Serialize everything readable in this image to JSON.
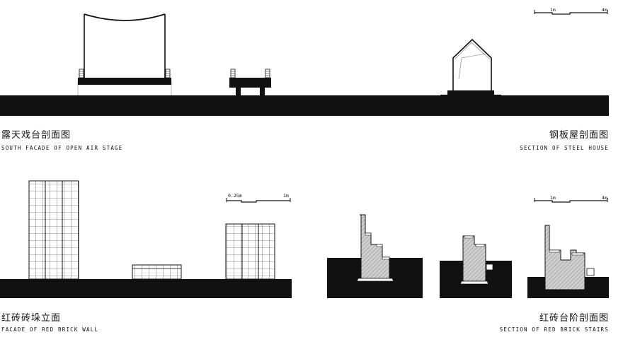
{
  "panels": {
    "stage": {
      "title_cn": "露天戏台剖面图",
      "title_en": "SOUTH FACADE OF OPEN AIR STAGE"
    },
    "steel_house": {
      "title_cn": "钢板屋剖面图",
      "title_en": "SECTION OF STEEL HOUSE"
    },
    "brick_wall": {
      "title_cn": "红砖砖垛立面",
      "title_en": "FACADE OF RED BRICK WALL"
    },
    "brick_stairs": {
      "title_cn": "红砖台阶剖面图",
      "title_en": "SECTION OF RED BRICK STAIRS"
    }
  },
  "scale_bars": {
    "top_right": {
      "start_label": "1m",
      "end_label": "4m"
    },
    "wall": {
      "start_label": "0.25m",
      "end_label": "1m"
    },
    "stairs": {
      "start_label": "1m",
      "end_label": "4m"
    }
  },
  "colors": {
    "ink": "#111111",
    "hatch": "#bdbdbd",
    "paper": "#ffffff"
  }
}
